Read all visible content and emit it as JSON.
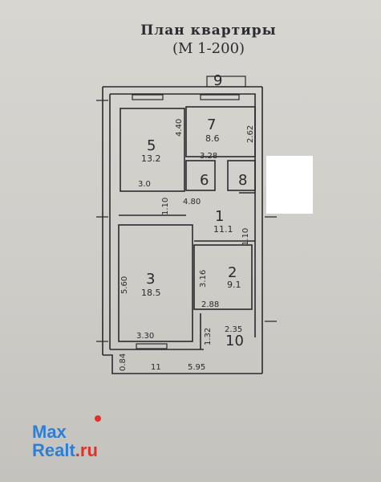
{
  "header": {
    "title": "План квартиры",
    "scale": "(М 1-200)"
  },
  "rooms": [
    {
      "id": "room-1",
      "number": "1",
      "area": "11.1"
    },
    {
      "id": "room-2",
      "number": "2",
      "area": "9.1"
    },
    {
      "id": "room-3",
      "number": "3",
      "area": "18.5"
    },
    {
      "id": "room-5",
      "number": "5",
      "area": "13.2"
    },
    {
      "id": "room-6",
      "number": "6",
      "area": ""
    },
    {
      "id": "room-7",
      "number": "7",
      "area": "8.6"
    },
    {
      "id": "room-8",
      "number": "8",
      "area": ""
    },
    {
      "id": "room-9",
      "number": "9",
      "area": ""
    },
    {
      "id": "room-10",
      "number": "10",
      "area": ""
    }
  ],
  "dimensions": {
    "d_4_40": "4.40",
    "d_2_62": "2.62",
    "d_3_28": "3.28",
    "d_3_0": "3.0",
    "d_1_10": "1.10",
    "d_4_80": "4.80",
    "d_1_10b": "1.10",
    "d_5_60": "5.60",
    "d_3_16": "3.16",
    "d_2_88": "2.88",
    "d_3_30": "3.30",
    "d_1_32": "1.32",
    "d_2_35": "2.35",
    "d_0_84": "0.84",
    "d_11": "11",
    "d_5_95": "5.95"
  },
  "logo": {
    "line1": "Max",
    "line2": "Realt",
    "suffix": ".ru"
  },
  "colors": {
    "paper": "#d2d0cb",
    "ink": "#2a2a2e",
    "logo_blue": "#2d7fd6",
    "logo_red": "#e0302c"
  }
}
